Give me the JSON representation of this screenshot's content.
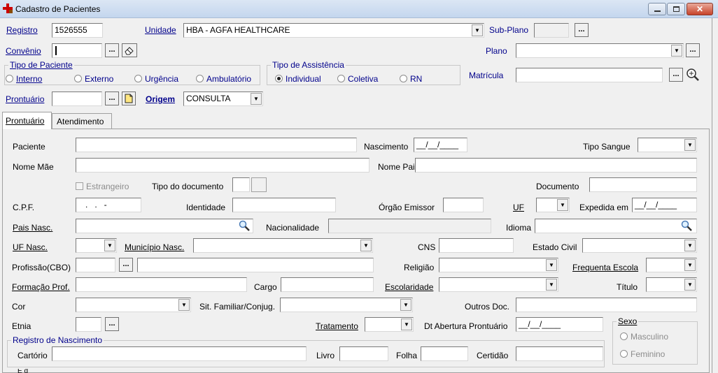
{
  "window": {
    "title": "Cadastro de Pacientes"
  },
  "header": {
    "registro_label": "Registro",
    "registro_value": "1526555",
    "unidade_label": "Unidade",
    "unidade_value": "HBA - AGFA HEALTHCARE",
    "subplano_label": "Sub-Plano",
    "subplano_value": "",
    "convenio_label": "Convênio",
    "convenio_value": "",
    "plano_label": "Plano",
    "plano_value": "",
    "tipo_paciente_title": "Tipo de Paciente",
    "tipo_paciente_options": [
      "Interno",
      "Externo",
      "Urgência",
      "Ambulatório"
    ],
    "tipo_assistencia_title": "Tipo de Assistência",
    "tipo_assistencia_options": [
      "Individual",
      "Coletiva",
      "RN"
    ],
    "matricula_label": "Matrícula",
    "matricula_value": "",
    "prontuario_label": "Prontuário",
    "prontuario_value": "",
    "origem_label": "Origem",
    "origem_value": "CONSULTA"
  },
  "tabs": [
    {
      "label": "Prontuário"
    },
    {
      "label": "Atendimento"
    }
  ],
  "form": {
    "paciente": "Paciente",
    "nascimento": "Nascimento",
    "nascimento_value": "__/__/____",
    "tipo_sangue": "Tipo Sangue",
    "nome_mae": "Nome Mãe",
    "nome_pai": "Nome Pai",
    "estrangeiro": "Estrangeiro",
    "tipo_documento": "Tipo do documento",
    "documento": "Documento",
    "cpf": "C.P.F.",
    "cpf_value": "   .   .   -",
    "identidade": "Identidade",
    "orgao_emissor": "Órgão Emissor",
    "uf": "UF",
    "expedida_em": "Expedida em",
    "expedida_value": "__/__/____",
    "pais_nasc": "Pais Nasc.",
    "nacionalidade": "Nacionalidade",
    "idioma": "Idioma",
    "uf_nasc": "UF Nasc.",
    "municipio_nasc": "Município Nasc.",
    "cns": "CNS",
    "estado_civil": "Estado Civil",
    "profissao": "Profissão(CBO)",
    "religiao": "Religião",
    "frequenta_escola": "Frequenta Escola",
    "formacao_prof": "Formação Prof.",
    "cargo": "Cargo",
    "escolaridade": "Escolaridade",
    "titulo": "Título",
    "cor": "Cor",
    "sit_familiar": "Sit. Familiar/Conjug.",
    "outros_doc": "Outros Doc.",
    "etnia": "Etnia",
    "tratamento": "Tratamento",
    "dt_abertura": "Dt Abertura Prontuário",
    "dt_abertura_value": "__/__/____",
    "sexo_title": "Sexo",
    "sexo_options": [
      "Masculino",
      "Feminino"
    ],
    "registro_nasc_title": "Registro de Nascimento",
    "cartorio": "Cartório",
    "livro": "Livro",
    "folha": "Folha",
    "certidao": "Certidão",
    "endereco_partial": "E d"
  }
}
